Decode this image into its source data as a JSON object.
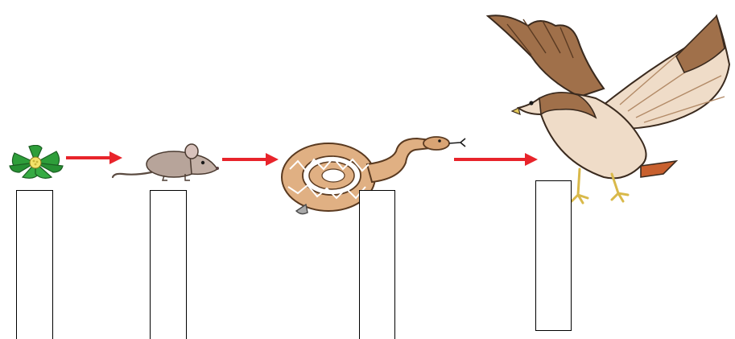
{
  "diagram": {
    "organisms": [
      {
        "id": "plant",
        "icon": "flower-plant-icon"
      },
      {
        "id": "mouse",
        "icon": "mouse-icon"
      },
      {
        "id": "snake",
        "icon": "rattlesnake-icon"
      },
      {
        "id": "hawk",
        "icon": "hawk-icon"
      }
    ],
    "arrows": [
      {
        "from": "plant",
        "to": "mouse"
      },
      {
        "from": "mouse",
        "to": "snake"
      },
      {
        "from": "snake",
        "to": "hawk"
      }
    ],
    "answer_boxes": [
      {
        "organism": "plant",
        "text": ""
      },
      {
        "organism": "mouse",
        "text": ""
      },
      {
        "organism": "snake",
        "text": ""
      },
      {
        "organism": "hawk",
        "text": ""
      }
    ]
  },
  "colors": {
    "arrow": "#e8242b",
    "leaf": "#2e9e3a",
    "flower_center": "#f2e26a",
    "mouse_body": "#b7a49a",
    "snake_body": "#e0b083",
    "snake_pattern": "#ffffff",
    "hawk_body": "#a0704a",
    "hawk_light": "#efdcc8",
    "outline": "#3a2a1e"
  }
}
